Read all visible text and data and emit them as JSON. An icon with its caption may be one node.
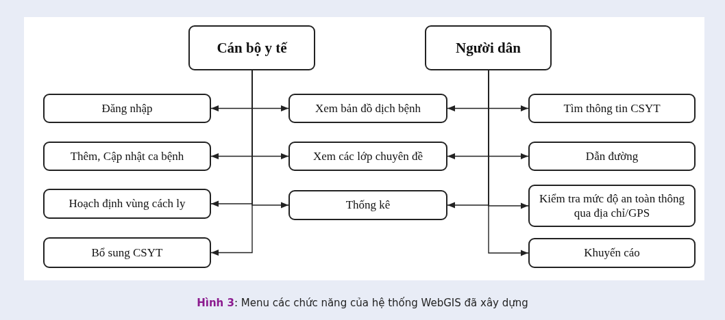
{
  "diagram": {
    "caption": "**Hình 3**: Menu các chức năng của hệ thống WebGIS đã xây dựng",
    "nodes": [
      {
        "text": [
          "Cán bộ y tế"
        ]
      },
      {
        "text": [
          "Người dân"
        ]
      },
      {
        "text": [
          "Đăng nhập"
        ]
      },
      {
        "text": [
          "Thêm, Cập nhật ca bệnh"
        ]
      },
      {
        "text": [
          "Hoạch định vùng cách ly"
        ]
      },
      {
        "text": [
          "Bổ sung CSYT"
        ]
      },
      {
        "text": [
          "Xem bản đồ dịch bệnh"
        ]
      },
      {
        "text": [
          "Xem các lớp chuyên đề"
        ]
      },
      {
        "text": [
          "Thống kê"
        ]
      },
      {
        "text": [
          "Tìm thông tin CSYT"
        ]
      },
      {
        "text": [
          "Dẫn đường"
        ]
      },
      {
        "text": [
          "Kiểm tra mức độ an toàn thông qua địa chỉ/GPS"
        ]
      },
      {
        "text": [
          "Khuyến cáo"
        ]
      }
    ],
    "edges": [
      {
        "from": 0,
        "to": 2,
        "arrow": "to"
      },
      {
        "from": 0,
        "to": 3,
        "arrow": "to"
      },
      {
        "from": 0,
        "to": 4,
        "arrow": "to"
      },
      {
        "from": 0,
        "to": 5,
        "arrow": "to"
      },
      {
        "from": 0,
        "to": 6,
        "arrow": "to"
      },
      {
        "from": 0,
        "to": 7,
        "arrow": "to"
      },
      {
        "from": 0,
        "to": 8,
        "arrow": "to"
      },
      {
        "from": 1,
        "to": 6,
        "arrow": "to"
      },
      {
        "from": 1,
        "to": 7,
        "arrow": "to"
      },
      {
        "from": 1,
        "to": 8,
        "arrow": "to"
      },
      {
        "from": 1,
        "to": 9,
        "arrow": "to"
      },
      {
        "from": 1,
        "to": 10,
        "arrow": "to"
      },
      {
        "from": 1,
        "to": 11,
        "arrow": "to"
      },
      {
        "from": 1,
        "to": 12,
        "arrow": "to"
      }
    ]
  }
}
